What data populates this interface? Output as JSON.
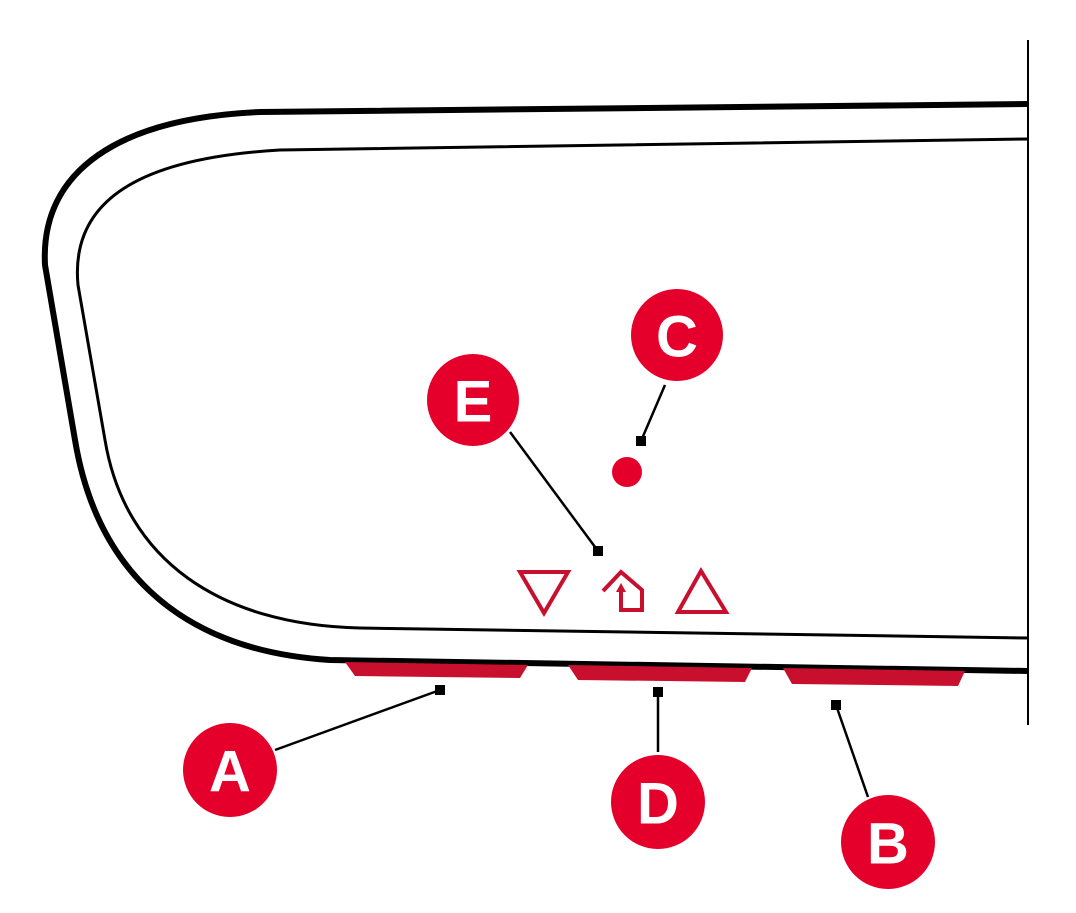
{
  "colors": {
    "button": "#c8102e",
    "callout": "#e4002b",
    "outline": "#000000"
  },
  "callouts": {
    "a": {
      "letter": "A",
      "target": "left-button"
    },
    "b": {
      "letter": "B",
      "target": "right-button"
    },
    "c": {
      "letter": "C",
      "target": "indicator-dot"
    },
    "d": {
      "letter": "D",
      "target": "middle-button"
    },
    "e": {
      "letter": "E",
      "target": "home-icon"
    }
  },
  "icons": [
    "down-triangle-icon",
    "home-icon",
    "up-triangle-icon"
  ]
}
